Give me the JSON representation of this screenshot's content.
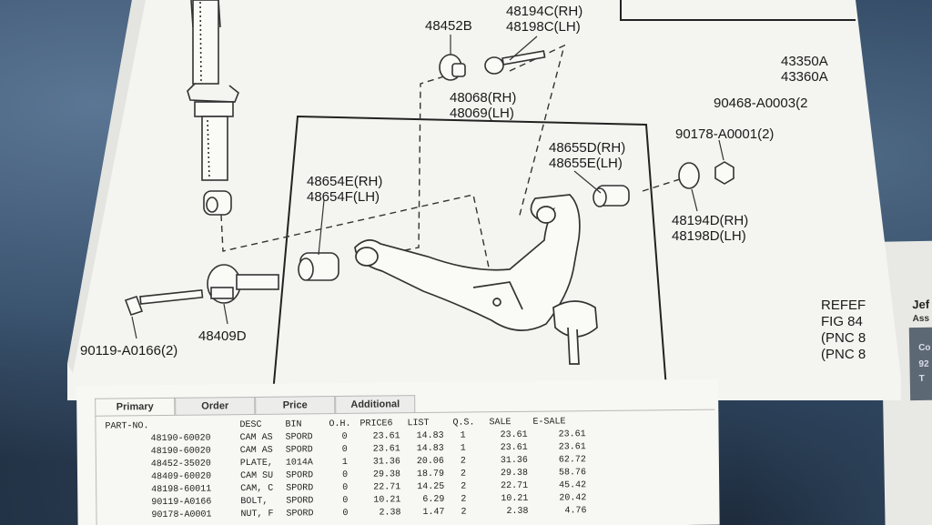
{
  "diagram": {
    "labels": [
      "48452B",
      "48194C(RH)",
      "48198C(LH)",
      "43350A",
      "43360A",
      "48068(RH)",
      "48069(LH)",
      "90468-A0003(2",
      "48655D(RH)",
      "48655E(LH)",
      "90178-A0001(2)",
      "48654E(RH)",
      "48654F(LH)",
      "48194D(RH)",
      "48198D(LH)",
      "48409D",
      "90119-A0166(2)",
      "REFEF",
      "FIG 84",
      "(PNC 8",
      "(PNC 8"
    ]
  },
  "side_card": {
    "line1": "Jef",
    "line2": "Ass",
    "line3": "Co",
    "line4": "92",
    "line5": "T"
  },
  "screen": {
    "tabs": [
      "Primary",
      "Order",
      "Price",
      "Additional"
    ],
    "columns": [
      "PART-NO.",
      "DESC",
      "BIN",
      "O.H.",
      "PRICE6",
      "LIST",
      "Q.S.",
      "SALE",
      "E-SALE"
    ],
    "rows": [
      [
        "48190-60020",
        "CAM AS",
        "SPORD",
        "0",
        "23.61",
        "14.83",
        "1",
        "23.61",
        "23.61"
      ],
      [
        "48190-60020",
        "CAM AS",
        "SPORD",
        "0",
        "23.61",
        "14.83",
        "1",
        "23.61",
        "23.61"
      ],
      [
        "48452-35020",
        "PLATE,",
        "1014A",
        "1",
        "31.36",
        "20.06",
        "2",
        "31.36",
        "62.72"
      ],
      [
        "48409-60020",
        "CAM SU",
        "SPORD",
        "0",
        "29.38",
        "18.79",
        "2",
        "29.38",
        "58.76"
      ],
      [
        "48198-60011",
        "CAM, C",
        "SPORD",
        "0",
        "22.71",
        "14.25",
        "2",
        "22.71",
        "45.42"
      ],
      [
        "90119-A0166",
        "BOLT,",
        "SPORD",
        "0",
        "10.21",
        "6.29",
        "2",
        "10.21",
        "20.42"
      ],
      [
        "90178-A0001",
        "NUT, F",
        "SPORD",
        "0",
        "2.38",
        "1.47",
        "2",
        "2.38",
        "4.76"
      ]
    ]
  }
}
